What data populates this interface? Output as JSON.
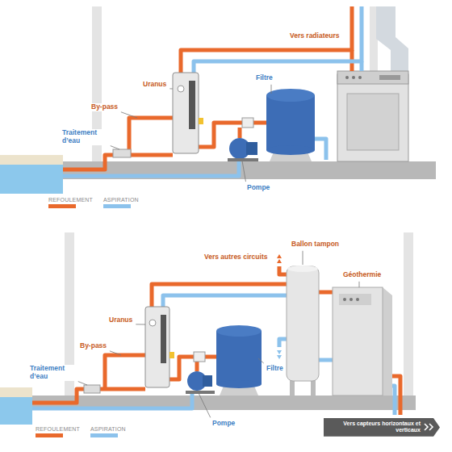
{
  "diagram": {
    "nodes": [
      {
        "text": [
          "Vers capteurs horizontaux et verticaux"
        ]
      }
    ],
    "labels": [
      "Vers radiateurs",
      "Uranus",
      "By-pass",
      "Traitement d’eau",
      "Filtre",
      "Pompe",
      "Vers autres circuits",
      "Ballon tampon",
      "Géothermie",
      "Uranus",
      "By-pass",
      "Traitement d’eau",
      "Filtre",
      "Pompe"
    ],
    "legend": [
      {
        "text": "REFOULEMENT",
        "color": "#e9692c"
      },
      {
        "text": "ASPIRATION",
        "color": "#8cc2ec"
      },
      {
        "text": "REFOULEMENT",
        "color": "#e9692c"
      },
      {
        "text": "ASPIRATION",
        "color": "#8cc2ec"
      }
    ]
  }
}
